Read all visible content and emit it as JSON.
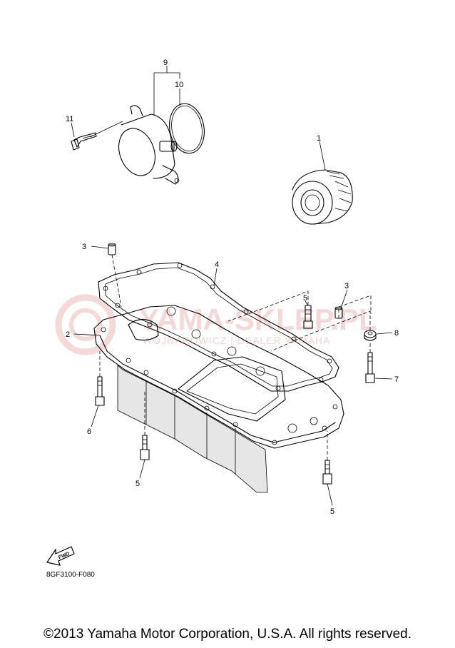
{
  "callouts": {
    "c1": "1",
    "c2": "2",
    "c3a": "3",
    "c3b": "3",
    "c4": "4",
    "c5a": "5",
    "c5b": "5",
    "c5c": "5",
    "c6": "6",
    "c7": "7",
    "c8": "8",
    "c9": "9",
    "c10": "10",
    "c11": "11"
  },
  "fwd_label": "FWD",
  "diagram_code": "8GF3100-F080",
  "copyright": "©2013 Yamaha Motor Corporation, U.S.A. All rights reserved.",
  "watermark": {
    "brand": "YAMA-SKLEP.PL",
    "sub": "WOJNAROWICZ | DEALER YAMAHA"
  },
  "colors": {
    "line": "#000000",
    "watermark": "#f1c7c7",
    "background": "#ffffff"
  }
}
